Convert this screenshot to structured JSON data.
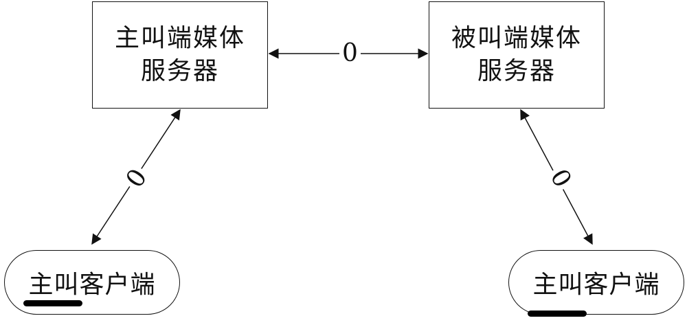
{
  "nodes": {
    "caller_server": "主叫端媒体服务器",
    "callee_server": "被叫端媒体服务器",
    "caller_client": "主叫客户端",
    "callee_client": "主叫客户端"
  },
  "edges": {
    "servers_link": "0",
    "caller_link": "0",
    "callee_link": "0"
  },
  "colors": {
    "stroke": "#111111",
    "background": "#ffffff"
  }
}
